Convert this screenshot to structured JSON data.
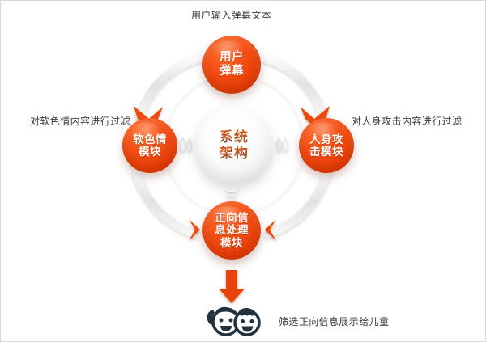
{
  "diagram": {
    "title_text": "用户输入弹幕文本",
    "accent_color": "#EE4A11",
    "center_text_color": "#A9542A",
    "caption_color": "#3B3B3B",
    "background_color": "#FFFFFF",
    "center": {
      "name": "system-architecture",
      "line1": "系统",
      "line2": "架构"
    },
    "nodes": [
      {
        "id": "user-danmaku",
        "position": "top",
        "line1": "用户",
        "line2": "弹幕",
        "line3": ""
      },
      {
        "id": "soft-porn-module",
        "position": "left",
        "line1": "软色情",
        "line2": "模块",
        "line3": ""
      },
      {
        "id": "personal-attack-module",
        "position": "right",
        "line1": "人身攻",
        "line2": "击模块",
        "line3": ""
      },
      {
        "id": "positive-info-module",
        "position": "bottom",
        "line1": "正向信",
        "line2": "息处理",
        "line3": "模块"
      }
    ],
    "captions": {
      "top": "用户输入弹幕文本",
      "left": "对软色情内容进行过滤",
      "right": "对人身攻击内容进行过滤",
      "bottom": "筛选正向信息展示给儿童"
    },
    "icons": {
      "children": "children-faces-icon",
      "down_arrow": "down-arrow-icon",
      "arc_arrow": "curved-arrow-icon"
    }
  }
}
